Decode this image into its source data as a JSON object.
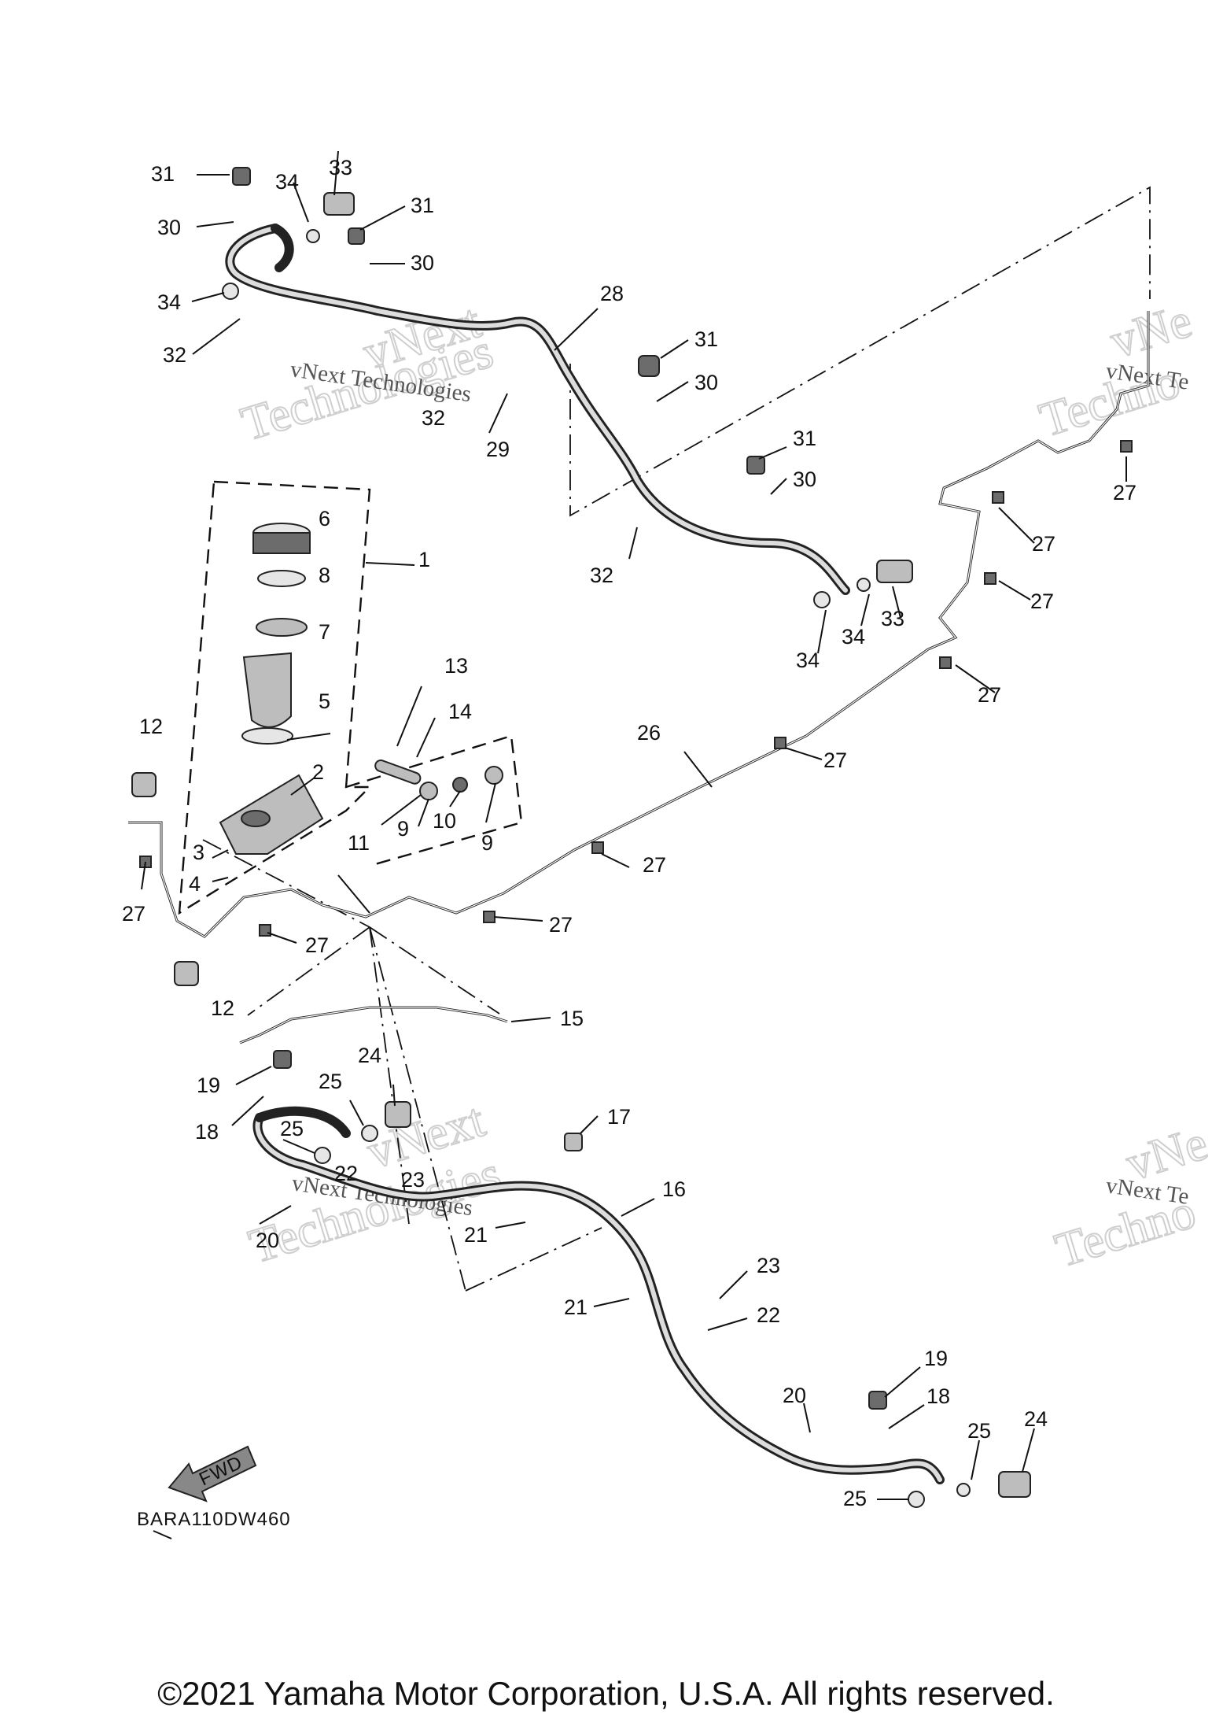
{
  "diagram": {
    "code": "BARA110DW460",
    "fwd_label": "FWD",
    "callouts": [
      "31",
      "33",
      "34",
      "30",
      "31",
      "30",
      "34",
      "32",
      "28",
      "31",
      "30",
      "32",
      "29",
      "31",
      "30",
      "32",
      "27",
      "6",
      "8",
      "1",
      "7",
      "5",
      "13",
      "14",
      "33",
      "34",
      "34",
      "27",
      "27",
      "27",
      "26",
      "27",
      "12",
      "2",
      "9",
      "10",
      "9",
      "11",
      "3",
      "4",
      "27",
      "27",
      "27",
      "27",
      "12",
      "15",
      "19",
      "24",
      "25",
      "18",
      "25",
      "17",
      "22",
      "23",
      "20",
      "21",
      "16",
      "23",
      "21",
      "22",
      "19",
      "20",
      "18",
      "25",
      "24",
      "25"
    ],
    "watermarks": {
      "brand_outline_1": "vNext",
      "brand_outline_2": "Technologies",
      "brand_text": "vNext Technologies",
      "brand_text_cut": "vNext Te",
      "brand_outline_cut_1": "vNe",
      "brand_outline_cut_2": "Techno"
    }
  },
  "copyright": "©2021 Yamaha Motor Corporation, U.S.A. All rights reserved."
}
